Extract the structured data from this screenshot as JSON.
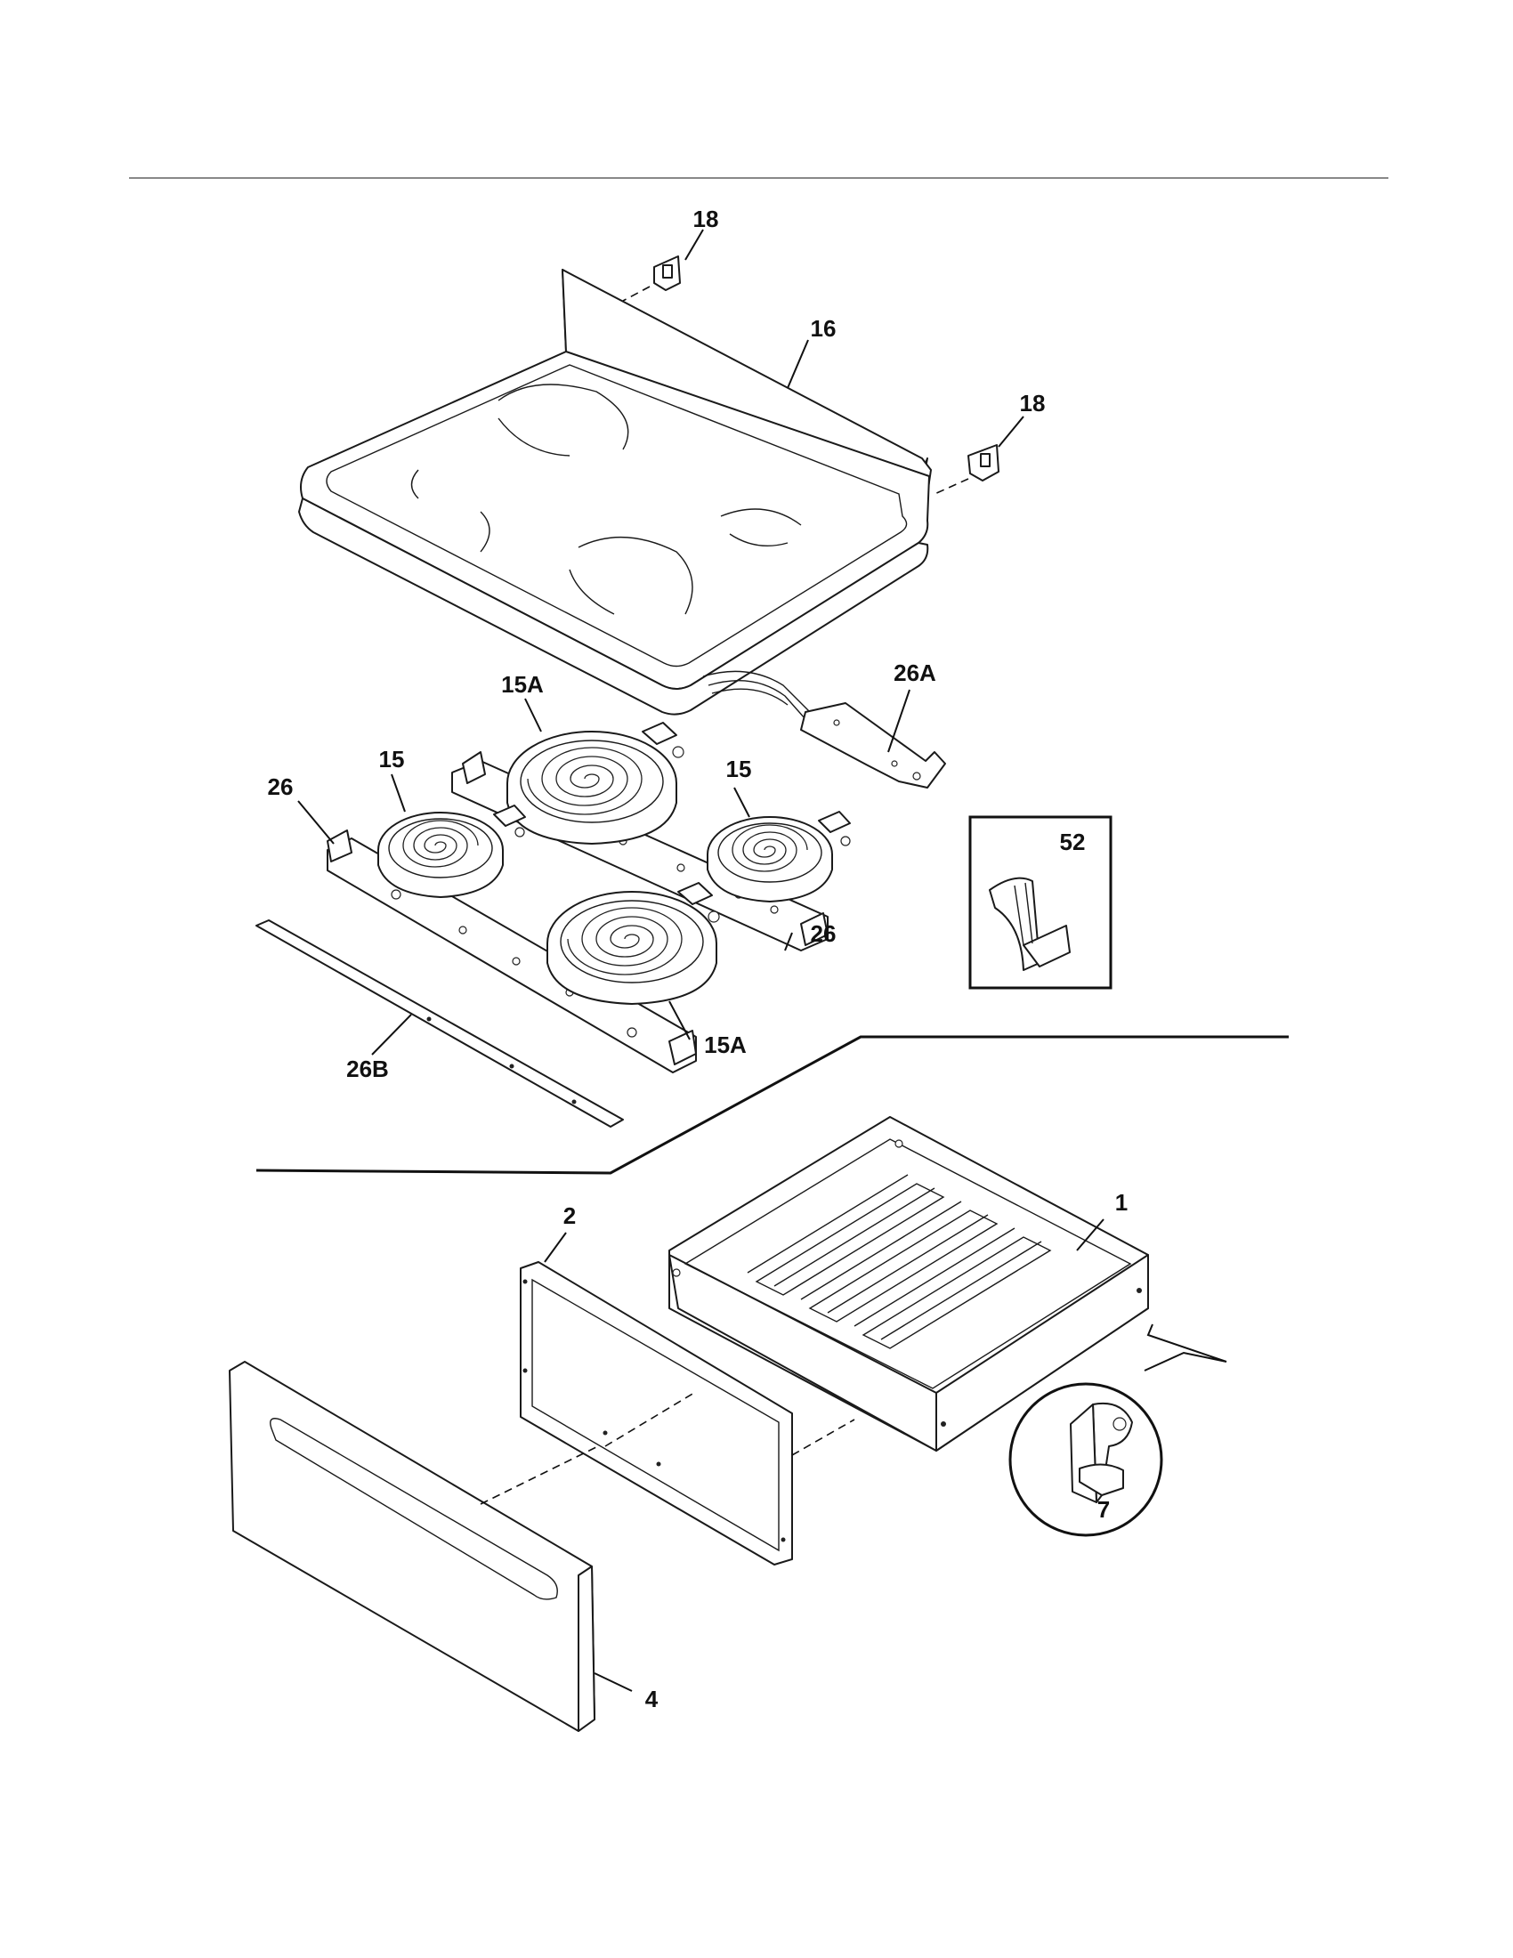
{
  "diagram": {
    "callouts": {
      "c18a": "18",
      "c16": "16",
      "c18b": "18",
      "c26a": "26A",
      "c15a_top": "15A",
      "c15_left": "15",
      "c15_right": "15",
      "c26_left": "26",
      "c52": "52",
      "c26_right": "26",
      "c15a_bottom": "15A",
      "c26b": "26B",
      "c1": "1",
      "c2": "2",
      "c7": "7",
      "c4": "4"
    }
  }
}
